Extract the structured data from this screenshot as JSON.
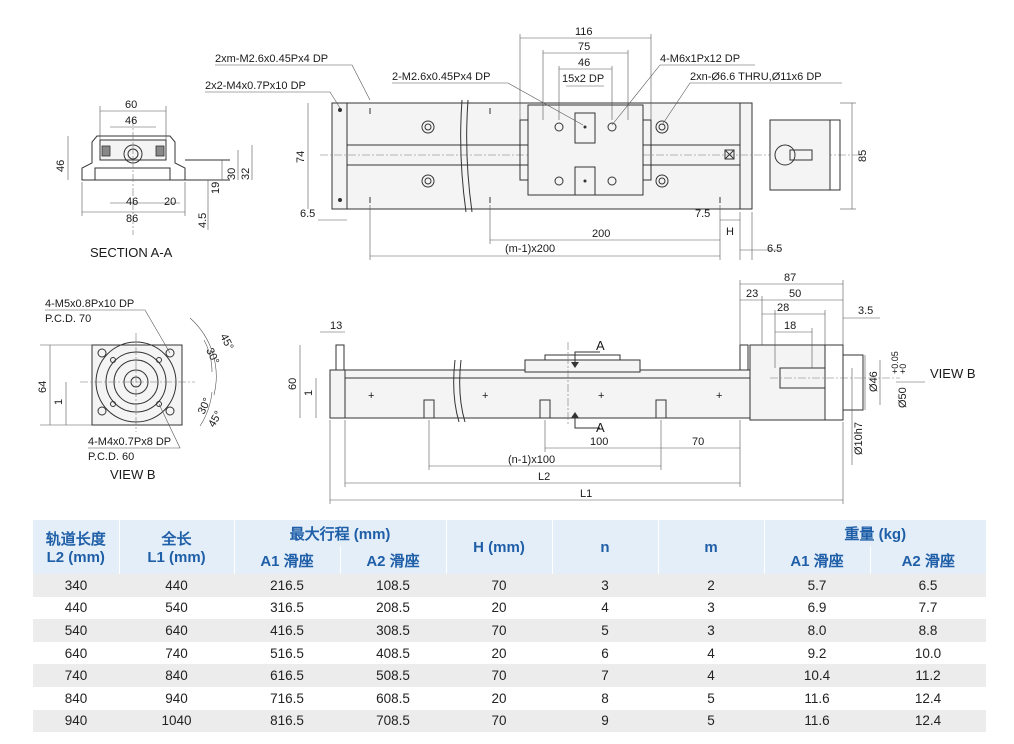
{
  "drawing": {
    "section_label": "SECTION A-A",
    "view_label": "VIEW B",
    "view_b_callout": "VIEW B",
    "section_arrow_top": "A",
    "section_arrow_bottom": "A",
    "notes": {
      "m_hole": "2xm-M2.6x0.45Px4 DP",
      "m4_hole": "2x2-M4x0.7Px10 DP",
      "m2_hole": "2-M2.6x0.45Px4 DP",
      "m6_hole": "4-M6x1Px12 DP",
      "thru_hole": "2xn-Ø6.6 THRU,Ø11x6 DP",
      "m5_hole": "4-M5x0.8Px10 DP",
      "pcd70": "P.C.D. 70",
      "m4_flange": "4-M4x0.7Px8 DP",
      "pcd60": "P.C.D. 60"
    },
    "dims": {
      "d116": "116",
      "d75": "75",
      "d46": "46",
      "d15x2": "15x2 DP",
      "d74": "74",
      "d85": "85",
      "d6_5a": "6.5",
      "d7_5": "7.5",
      "dH": "H",
      "d200": "200",
      "dm1x200": "(m-1)x200",
      "d6_5b": "6.5",
      "s60": "60",
      "s46a": "46",
      "s46b": "46",
      "s20": "20",
      "s86": "86",
      "s46h": "46",
      "s19": "19",
      "s30": "30",
      "s32": "32",
      "s4_5": "4.5",
      "v64": "64",
      "v1": "1",
      "a45a": "45°",
      "a30a": "30°",
      "a30b": "30°",
      "a45b": "45°",
      "e87": "87",
      "e23": "23",
      "e50": "50",
      "e28": "28",
      "e18": "18",
      "e3_5": "3.5",
      "e13": "13",
      "e60": "60",
      "e1": "1",
      "e46": "Ø46",
      "e50d": "Ø50",
      "e50tol_up": "+0.05",
      "e50tol_lo": "+0",
      "e10": "Ø10h7",
      "e100": "100",
      "e70": "70",
      "en1x100": "(n-1)x100",
      "eL2": "L2",
      "eL1": "L1"
    }
  },
  "table": {
    "headers": {
      "l2": [
        "轨道长度",
        "L2 (mm)"
      ],
      "l1": [
        "全长",
        "L1 (mm)"
      ],
      "stroke": "最大行程 (mm)",
      "stroke_a1": "A1 滑座",
      "stroke_a2": "A2 滑座",
      "h": "H (mm)",
      "n": "n",
      "m": "m",
      "weight": "重量 (kg)",
      "weight_a1": "A1 滑座",
      "weight_a2": "A2 滑座"
    },
    "rows": [
      [
        "340",
        "440",
        "216.5",
        "108.5",
        "70",
        "3",
        "2",
        "5.7",
        "6.5"
      ],
      [
        "440",
        "540",
        "316.5",
        "208.5",
        "20",
        "4",
        "3",
        "6.9",
        "7.7"
      ],
      [
        "540",
        "640",
        "416.5",
        "308.5",
        "70",
        "5",
        "3",
        "8.0",
        "8.8"
      ],
      [
        "640",
        "740",
        "516.5",
        "408.5",
        "20",
        "6",
        "4",
        "9.2",
        "10.0"
      ],
      [
        "740",
        "840",
        "616.5",
        "508.5",
        "70",
        "7",
        "4",
        "10.4",
        "11.2"
      ],
      [
        "840",
        "940",
        "716.5",
        "608.5",
        "20",
        "8",
        "5",
        "11.6",
        "12.4"
      ],
      [
        "940",
        "1040",
        "816.5",
        "708.5",
        "70",
        "9",
        "5",
        "11.6",
        "12.4"
      ]
    ]
  }
}
